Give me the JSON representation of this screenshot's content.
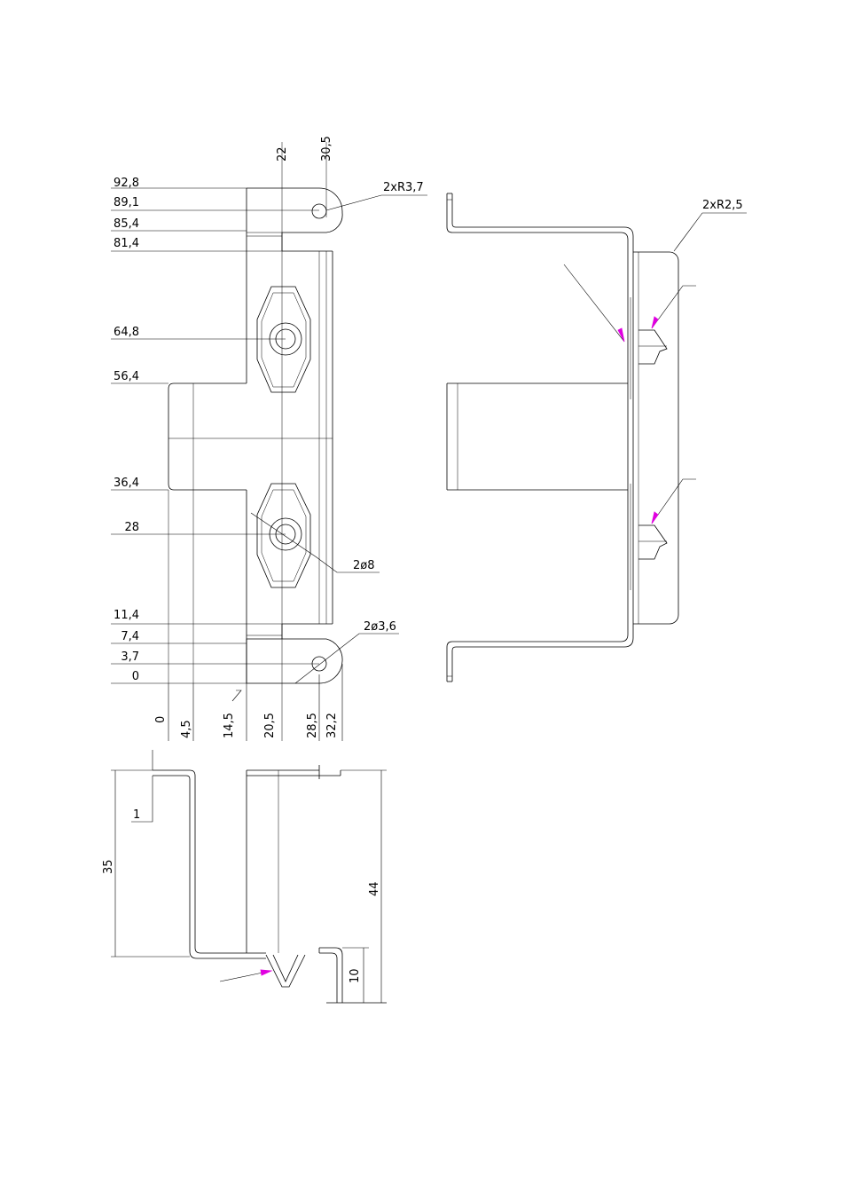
{
  "front_view": {
    "left_dims": [
      "92,8",
      "89,1",
      "85,4",
      "81,4",
      "64,8",
      "56,4",
      "36,4",
      "28",
      "11,4",
      "7,4",
      "3,7",
      "0"
    ],
    "top_dims": [
      "22",
      "30,5"
    ],
    "bottom_dims": [
      "0",
      "4,5",
      "14,5",
      "20,5",
      "28,5",
      "32,2"
    ],
    "callouts": {
      "radius_top": "2xR3,7",
      "hole_large": "2ø8",
      "hole_small": "2ø3,6"
    }
  },
  "side_view": {
    "callouts": {
      "radius": "2xR2,5"
    }
  },
  "bottom_view": {
    "dims": {
      "thickness": "1",
      "height_left": "35",
      "height_right": "44",
      "depth": "10"
    }
  },
  "colors": {
    "lines": "#000000",
    "arrows": "#e000e0",
    "background": "#ffffff"
  }
}
